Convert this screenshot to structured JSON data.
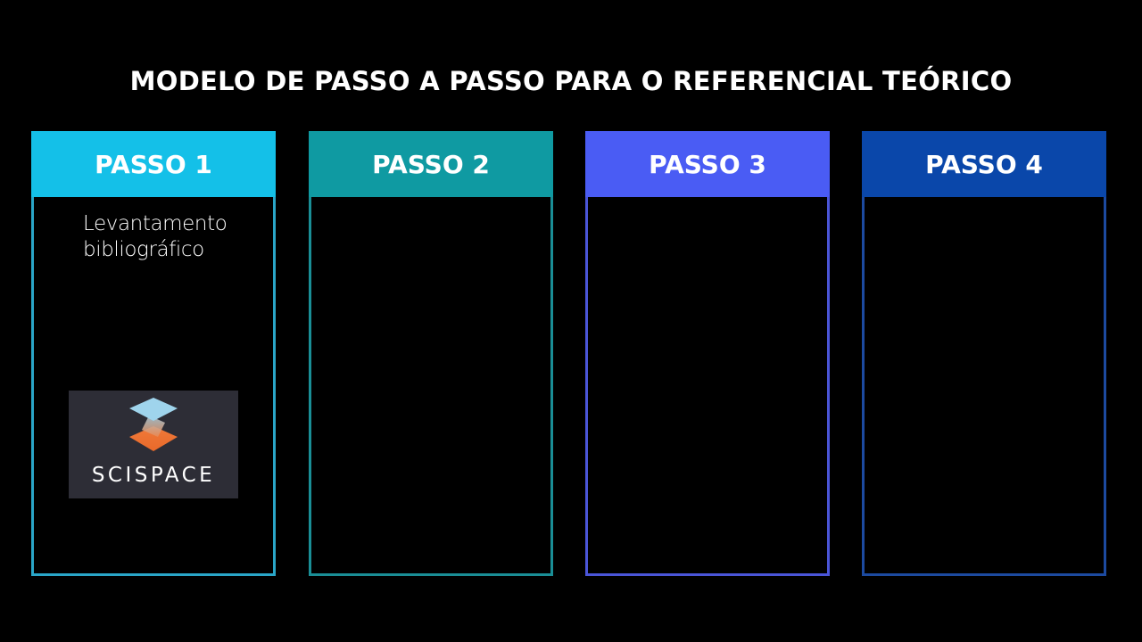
{
  "title": "MODELO DE PASSO A PASSO PARA O REFERENCIAL TEÓRICO",
  "steps": [
    {
      "label": "PASSO 1",
      "header_color": "#14c0e8",
      "border_color": "#2aa6c8",
      "description_line1": "Levantamento",
      "description_line2": "bibliográfico",
      "logo": {
        "icon": "scispace-layers-icon",
        "wordmark": "SCISPACE",
        "bg": "#2d2d36"
      }
    },
    {
      "label": "PASSO 2",
      "header_color": "#0f9aa2",
      "border_color": "#1a8e96"
    },
    {
      "label": "PASSO 3",
      "header_color": "#4a5cf4",
      "border_color": "#4a55d8"
    },
    {
      "label": "PASSO 4",
      "header_color": "#0a47aa",
      "border_color": "#1c4aa0"
    }
  ]
}
